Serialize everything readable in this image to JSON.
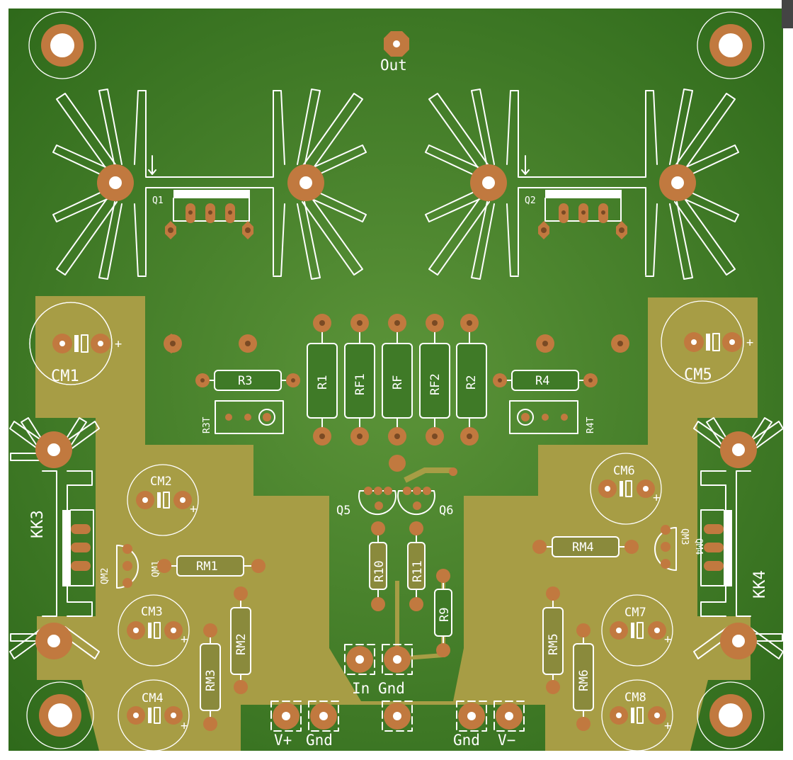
{
  "colors": {
    "board": "#3f7a27",
    "board_center": "#5a9238",
    "copper_pour": "#a79d45",
    "pad": "#c1793f",
    "silkscreen": "#ffffff"
  },
  "labels": {
    "out": "Out",
    "q1": "Q1",
    "q2": "Q2",
    "q5": "Q5",
    "q6": "Q6",
    "cm1": "CM1",
    "cm2": "CM2",
    "cm3": "CM3",
    "cm4": "CM4",
    "cm5": "CM5",
    "cm6": "CM6",
    "cm7": "CM7",
    "cm8": "CM8",
    "r1": "R1",
    "rf1": "RF1",
    "rf": "RF",
    "rf2": "RF2",
    "r2": "R2",
    "r3": "R3",
    "r4": "R4",
    "r3t": "R3T",
    "r4t": "R4T",
    "r9": "R9",
    "r10": "R10",
    "r11": "R11",
    "rm1": "RM1",
    "rm2": "RM2",
    "rm3": "RM3",
    "rm4": "RM4",
    "rm5": "RM5",
    "rm6": "RM6",
    "qm1": "QM1",
    "qm2": "QM2",
    "qm3": "QM3",
    "qm4": "QM4",
    "kk3": "KK3",
    "kk4": "KK4",
    "plus": "+",
    "in": "In",
    "gnd_in": "Gnd",
    "v_plus": "V+",
    "gnd_left": "Gnd",
    "gnd_right": "Gnd",
    "v_minus": "V−"
  }
}
